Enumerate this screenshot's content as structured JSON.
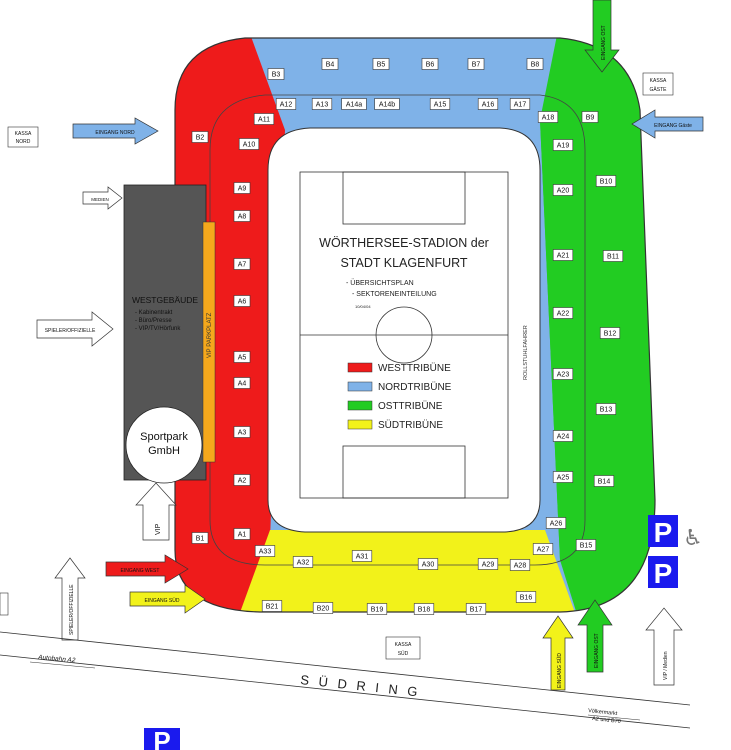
{
  "title_line1": "WÖRTHERSEE-STADION der",
  "title_line2": "STADT KLAGENFURT",
  "subtitle_line1": "- ÜBERSICHTSPLAN",
  "subtitle_line2": "- SEKTORENEINTEILUNG",
  "subtitle_date": "10/04/04",
  "legend": [
    {
      "label": "WESTTRIBÜNE",
      "color": "#ee1b1b"
    },
    {
      "label": "NORDTRIBÜNE",
      "color": "#7fb2e8"
    },
    {
      "label": "OSTTRIBÜNE",
      "color": "#22cc22"
    },
    {
      "label": "SÜDTRIBÜNE",
      "color": "#f2f21a"
    }
  ],
  "colors": {
    "west": "#ee1b1b",
    "north": "#7fb2e8",
    "east": "#22cc22",
    "south": "#f2f21a",
    "building": "#555555",
    "parking": "#1a1aee"
  },
  "sectors": {
    "north": [
      "B3",
      "B4",
      "B5",
      "B6",
      "B7",
      "B8",
      "A12",
      "A13",
      "A14a",
      "A14b",
      "A15",
      "A16",
      "A17"
    ],
    "west": [
      "B2",
      "A11",
      "A10",
      "A9",
      "A8",
      "A7",
      "A6",
      "A5",
      "A4",
      "A3",
      "A2",
      "A1",
      "B1"
    ],
    "east": [
      "A18",
      "B9",
      "A19",
      "A20",
      "B10",
      "A21",
      "B11",
      "A22",
      "B12",
      "A23",
      "B13",
      "A24",
      "B14",
      "A25",
      "A26",
      "B15",
      "A27"
    ],
    "south": [
      "A33",
      "A32",
      "A31",
      "A30",
      "A29",
      "A28",
      "B21",
      "B20",
      "B19",
      "B18",
      "B17",
      "B16"
    ]
  },
  "labels": {
    "kassa_nord_1": "KASSA",
    "kassa_nord_2": "NORD",
    "kassa_gaeste_1": "KASSA",
    "kassa_gaeste_2": "GÄSTE",
    "kassa_sued_1": "KASSA",
    "kassa_sued_2": "SÜD",
    "eingang_nord": "EINGANG NORD",
    "eingang_gaeste": "EINGANG Gäste",
    "eingang_ost_top": "EINGANG OST",
    "eingang_west": "EINGANG WEST",
    "eingang_sued_left": "EINGANG SÜD",
    "eingang_sued_bottom": "EINGANG SÜD",
    "eingang_ost_bottom": "EINGANG OST",
    "medien": "MEDIEN",
    "spieler_offizielle": "SPIELER/OFFIZIELLE",
    "spieler_offizielle_v": "SPIELER/OFFIZIELLE",
    "westgebaeude": "WESTGEBÄUDE",
    "westgebaeude_items": [
      "- Kabinentrakt",
      "- Büro/Presse",
      "- VIP/TV/Hörfunk"
    ],
    "sportpark_1": "Sportpark",
    "sportpark_2": "GmbH",
    "vip_parkplatz": "VIP PARKPLATZ",
    "vip": "VIP",
    "vip_medien": "VIP / Medien",
    "rollstuhlfahrer": "ROLLSTUHLFAHRER",
    "autobahn": "Autobahn A2",
    "suedring": "S Ü D R I N G",
    "voelkermarkt_1": "Völkermarkt",
    "voelkermarkt_2": "A2 und B70"
  },
  "parking_glyph": "P",
  "wheelchair_glyph": "♿"
}
